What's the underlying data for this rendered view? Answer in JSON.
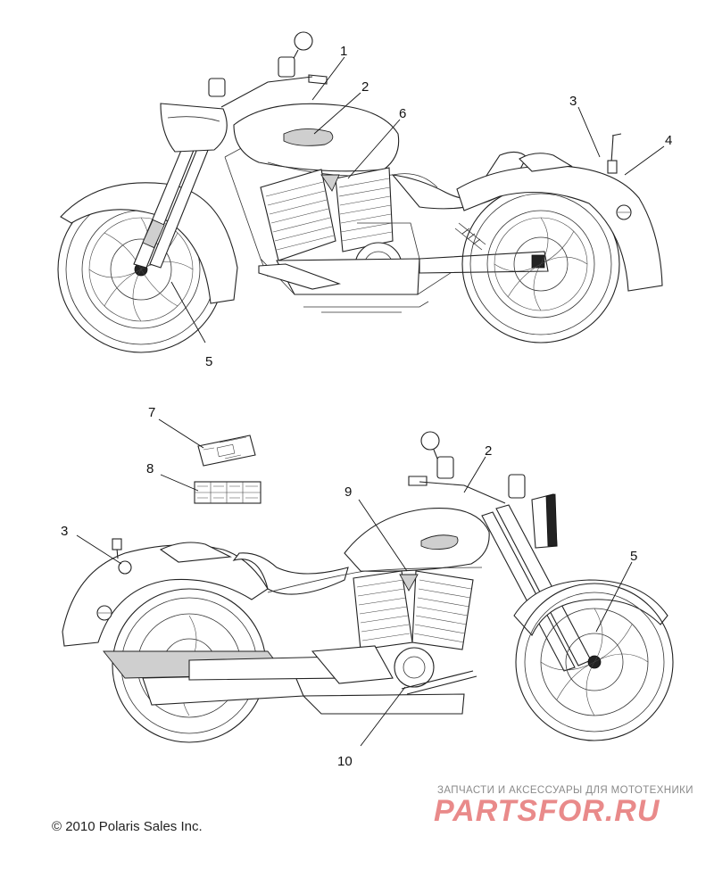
{
  "callouts": {
    "top": [
      "1",
      "2",
      "6",
      "3",
      "4",
      "5"
    ],
    "bottom": [
      "7",
      "8",
      "3",
      "2",
      "9",
      "5",
      "10"
    ]
  },
  "copyright": "© 2010 Polaris Sales Inc.",
  "watermark": {
    "tagline": "ЗАПЧАСТИ И АКСЕССУАРЫ ДЛЯ МОТОТЕХНИКИ",
    "logo": "PARTSFOR.RU"
  }
}
